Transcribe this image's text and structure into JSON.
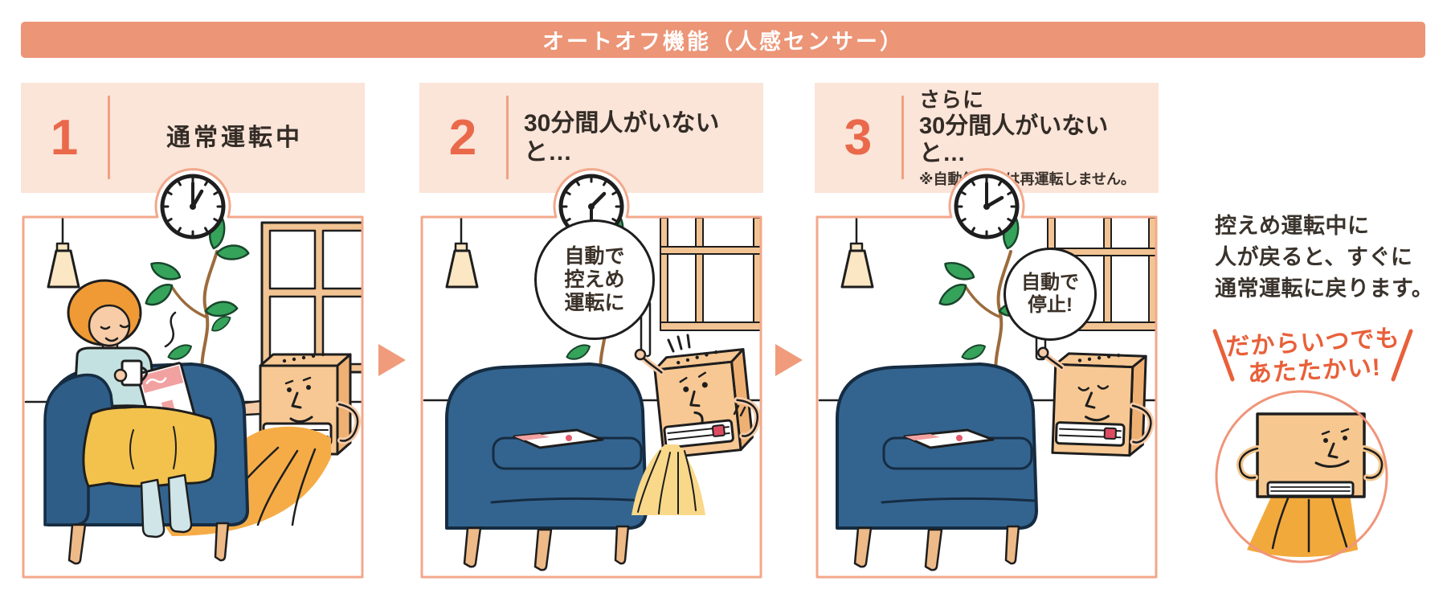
{
  "title": {
    "text": "オートオフ機能（人感センサー）"
  },
  "steps": [
    {
      "number": "1",
      "label_lines": [
        "通常運転中"
      ],
      "note": "",
      "clock_time": "1:00",
      "bubble_lines": []
    },
    {
      "number": "2",
      "label_lines": [
        "30分間人がいないと…"
      ],
      "note": "",
      "clock_time": "1:30",
      "bubble_lines": [
        "自動で",
        "控えめ",
        "運転に"
      ]
    },
    {
      "number": "3",
      "label_lines": [
        "さらに",
        "30分間人がいないと…"
      ],
      "note": "※自動停止後は再運転しません。",
      "clock_time": "2:00",
      "bubble_lines": [
        "自動で",
        "停止!"
      ]
    }
  ],
  "aside": {
    "description_lines": [
      "控えめ運転中に",
      "人が戻ると、すぐに",
      "通常運転に戻ります。"
    ],
    "catchphrase_lines": [
      "だからいつでも",
      "あたたかい!"
    ]
  },
  "colors": {
    "title_bar_bg": "#EC9577",
    "title_text": "#FFFFFF",
    "step_header_bg": "#FBE4D8",
    "step_number": "#E9694A",
    "step_divider": "#F0A183",
    "panel_border": "#F2A88B",
    "arrow": "#F09B7B",
    "text_dark": "#332C26",
    "catchphrase_orange": "#E8603A",
    "bubble_border": "#1E1E1E",
    "warm_air": "#F5AC47",
    "weak_air": "#F9D88A",
    "heater_body": "#F7C893",
    "heater_side": "#EFB173",
    "chair_blue": "#33648F",
    "wood_leg": "#EDBA88",
    "plant_green": "#36A35B",
    "pot_blue": "#C9D9E4",
    "hair_orange": "#F09A35",
    "skin": "#F6CBA7",
    "sweater_blue": "#C3E1E0",
    "blanket_yellow": "#F3C24C",
    "sock_blue": "#CFE5E7",
    "lamp_cream": "#FBE7C3",
    "window_frame": "#F2C493",
    "magazine_pink": "#F2A1A1",
    "button_red": "#DD4B63"
  }
}
